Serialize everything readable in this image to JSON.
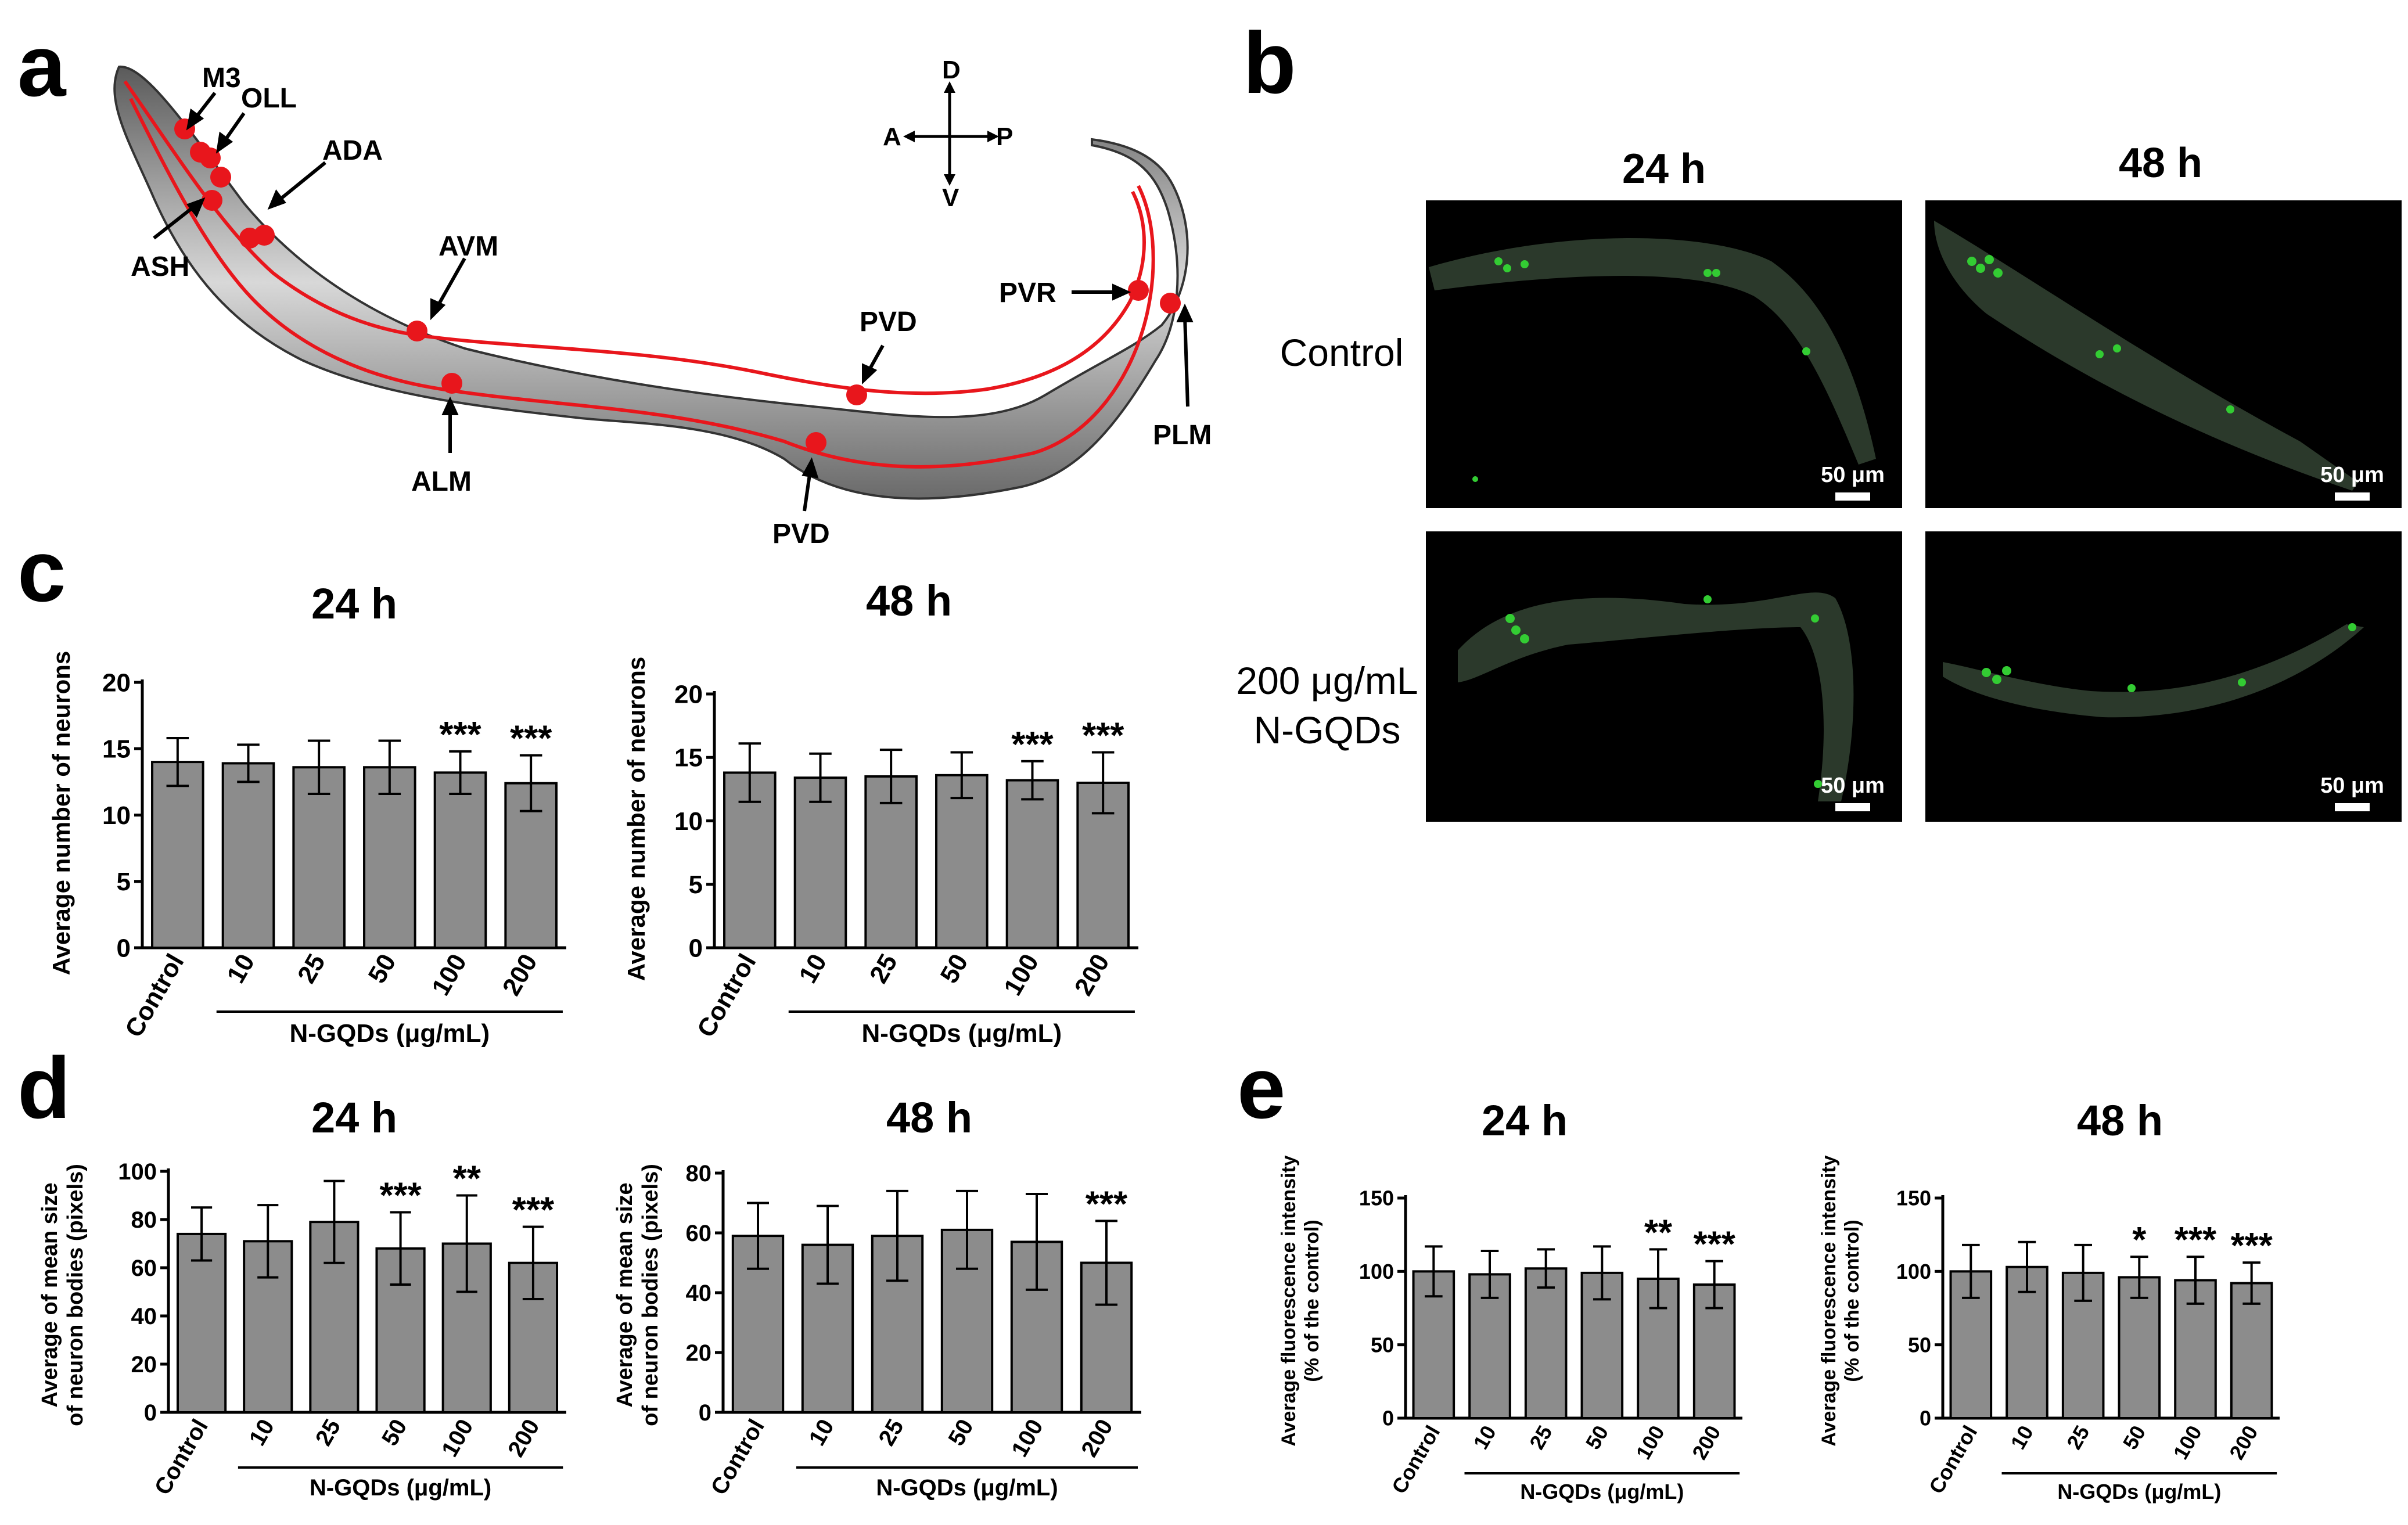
{
  "panel_labels": {
    "a": "a",
    "b": "b",
    "c": "c",
    "d": "d",
    "e": "e"
  },
  "panel_a": {
    "neurons": [
      {
        "name": "M3"
      },
      {
        "name": "OLL"
      },
      {
        "name": "ADA"
      },
      {
        "name": "ASH"
      },
      {
        "name": "AVM"
      },
      {
        "name": "ALM"
      },
      {
        "name": "PVD"
      },
      {
        "name": "PVD"
      },
      {
        "name": "PVR"
      },
      {
        "name": "PLM"
      }
    ],
    "compass": {
      "up": "D",
      "down": "V",
      "left": "A",
      "right": "P"
    },
    "colors": {
      "neuron_dot": "#e8161c",
      "nerve_line": "#e8161c"
    }
  },
  "panel_b": {
    "columns": [
      "24 h",
      "48 h"
    ],
    "rows": [
      "Control",
      "200 μg/mL\nN-GQDs"
    ],
    "row_labels": [
      "Control",
      "200 μg/mL",
      "N-GQDs"
    ],
    "scale_bar": "50 μm",
    "colors": {
      "background": "#000000",
      "worm": "#2c3a2c",
      "gfp": "#33cc33"
    }
  },
  "chart_data": [
    {
      "panel": "c",
      "type": "bar",
      "title": "24 h",
      "ylabel": "Average number of neurons",
      "categories": [
        "Control",
        "10",
        "25",
        "50",
        "100",
        "200"
      ],
      "group_label": "N-GQDs (μg/mL)",
      "values": [
        14.0,
        13.9,
        13.6,
        13.6,
        13.2,
        12.4
      ],
      "errors": [
        1.8,
        1.4,
        2.0,
        2.0,
        1.6,
        2.1
      ],
      "significance": [
        "",
        "",
        "",
        "",
        "***",
        "***"
      ],
      "ylim": [
        0,
        20
      ],
      "yticks": [
        "0",
        "5",
        "10",
        "15",
        "20"
      ]
    },
    {
      "panel": "c",
      "type": "bar",
      "title": "48 h",
      "ylabel": "Average number of neurons",
      "categories": [
        "Control",
        "10",
        "25",
        "50",
        "100",
        "200"
      ],
      "group_label": "N-GQDs (μg/mL)",
      "values": [
        13.8,
        13.4,
        13.5,
        13.6,
        13.2,
        13.0
      ],
      "errors": [
        2.3,
        1.9,
        2.1,
        1.8,
        1.5,
        2.4
      ],
      "significance": [
        "",
        "",
        "",
        "",
        "***",
        "***"
      ],
      "ylim": [
        0,
        20
      ],
      "yticks": [
        "0",
        "5",
        "10",
        "15",
        "20"
      ]
    },
    {
      "panel": "d",
      "type": "bar",
      "title": "24 h",
      "ylabel": [
        "Average of mean size",
        "of neuron bodies (pixels)"
      ],
      "categories": [
        "Control",
        "10",
        "25",
        "50",
        "100",
        "200"
      ],
      "group_label": "N-GQDs (μg/mL)",
      "values": [
        74,
        71,
        79,
        68,
        70,
        62
      ],
      "errors": [
        11,
        15,
        17,
        15,
        20,
        15
      ],
      "significance": [
        "",
        "",
        "",
        "***",
        "**",
        "***"
      ],
      "ylim": [
        0,
        100
      ],
      "yticks": [
        "0",
        "20",
        "40",
        "60",
        "80",
        "100"
      ]
    },
    {
      "panel": "d",
      "type": "bar",
      "title": "48 h",
      "ylabel": [
        "Average of mean size",
        "of neuron bodies (pixels)"
      ],
      "categories": [
        "Control",
        "10",
        "25",
        "50",
        "100",
        "200"
      ],
      "group_label": "N-GQDs (μg/mL)",
      "values": [
        59,
        56,
        59,
        61,
        57,
        50
      ],
      "errors": [
        11,
        13,
        15,
        13,
        16,
        14
      ],
      "significance": [
        "",
        "",
        "",
        "",
        "",
        "***"
      ],
      "ylim": [
        0,
        80
      ],
      "yticks": [
        "0",
        "20",
        "40",
        "60",
        "80"
      ]
    },
    {
      "panel": "e",
      "type": "bar",
      "title": "24 h",
      "ylabel": [
        "Average fluorescence intensity",
        "(% of the control)"
      ],
      "categories": [
        "Control",
        "10",
        "25",
        "50",
        "100",
        "200"
      ],
      "group_label": "N-GQDs (μg/mL)",
      "values": [
        100,
        98,
        102,
        99,
        95,
        91
      ],
      "errors": [
        17,
        16,
        13,
        18,
        20,
        16
      ],
      "significance": [
        "",
        "",
        "",
        "",
        "**",
        "***"
      ],
      "ylim": [
        0,
        150
      ],
      "yticks": [
        "0",
        "50",
        "100",
        "150"
      ]
    },
    {
      "panel": "e",
      "type": "bar",
      "title": "48 h",
      "ylabel": [
        "Average fluorescence intensity",
        "(% of the control)"
      ],
      "categories": [
        "Control",
        "10",
        "25",
        "50",
        "100",
        "200"
      ],
      "group_label": "N-GQDs (μg/mL)",
      "values": [
        100,
        103,
        99,
        96,
        94,
        92
      ],
      "errors": [
        18,
        17,
        19,
        14,
        16,
        14
      ],
      "significance": [
        "",
        "",
        "",
        "*",
        "***",
        "***"
      ],
      "ylim": [
        0,
        150
      ],
      "yticks": [
        "0",
        "50",
        "100",
        "150"
      ]
    }
  ],
  "colors": {
    "bar_fill": "#8c8c8c",
    "bar_stroke": "#000000",
    "axis": "#000000"
  }
}
